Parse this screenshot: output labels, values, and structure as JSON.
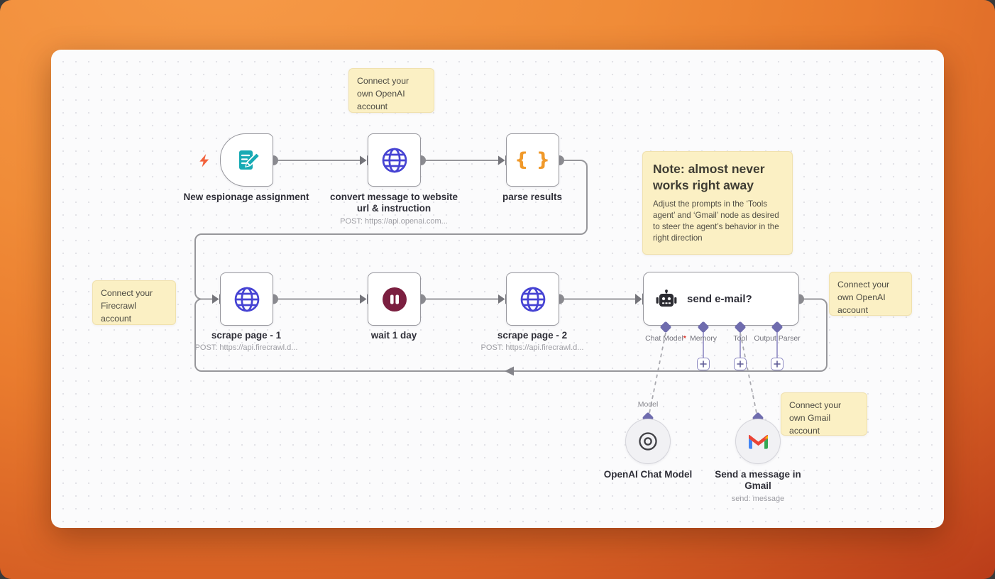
{
  "canvas": {
    "stickies": {
      "openai_top": {
        "text": "Connect your own OpenAI account"
      },
      "firecrawl": {
        "text": "Connect your Firecrawl account"
      },
      "openai_right": {
        "text": "Connect your own OpenAI account"
      },
      "gmail": {
        "text": "Connect your own Gmail account"
      },
      "note": {
        "title": "Note: almost never works right away",
        "body": "Adjust the prompts in the ‘Tools agent’ and ‘Gmail’ node as desired to steer the agent’s behavior in the right direction"
      }
    },
    "nodes": {
      "trigger": {
        "label": "New espionage assignment"
      },
      "convert": {
        "label": "convert message to website url & instruction",
        "subtitle": "POST: https://api.openai.com..."
      },
      "parse": {
        "label": "parse results",
        "icon_text": "{ }"
      },
      "scrape1": {
        "label": "scrape page - 1",
        "subtitle": "POST: https://api.firecrawl.d..."
      },
      "wait": {
        "label": "wait 1 day"
      },
      "scrape2": {
        "label": "scrape page - 2",
        "subtitle": "POST: https://api.firecrawl.d..."
      },
      "agent": {
        "label": "send e-mail?",
        "ports": [
          {
            "label": "Chat Model",
            "required": "*"
          },
          {
            "label": "Memory",
            "required": ""
          },
          {
            "label": "Tool",
            "required": ""
          },
          {
            "label": "Output Parser",
            "required": ""
          }
        ]
      },
      "openai_model": {
        "label": "OpenAI Chat Model",
        "port_label": "Model"
      },
      "gmail_send": {
        "label": "Send a message in Gmail",
        "subtitle": "send: message"
      }
    },
    "colors": {
      "background_gradient": [
        "#f69a48",
        "#ea7c2e",
        "#d65f24",
        "#a22a13"
      ],
      "canvas_bg": "#fbfbfc",
      "sticky_bg": "#fbf0c4",
      "node_border": "#98989e",
      "edge": "#97979b",
      "port_diamond": "#6f6cae",
      "globe_icon": "#4643d3",
      "braces_icon": "#f0992a",
      "wait_icon": "#7b1f40",
      "trigger_icon": "#17aab4",
      "bolt_icon": "#f2613b",
      "robot_icon": "#2c2c32",
      "required_asterisk": "#d93025",
      "gmail_logo": {
        "red": "#EA4335",
        "blue": "#4285F4",
        "green": "#34A853",
        "yellow": "#FBBC04"
      }
    }
  }
}
